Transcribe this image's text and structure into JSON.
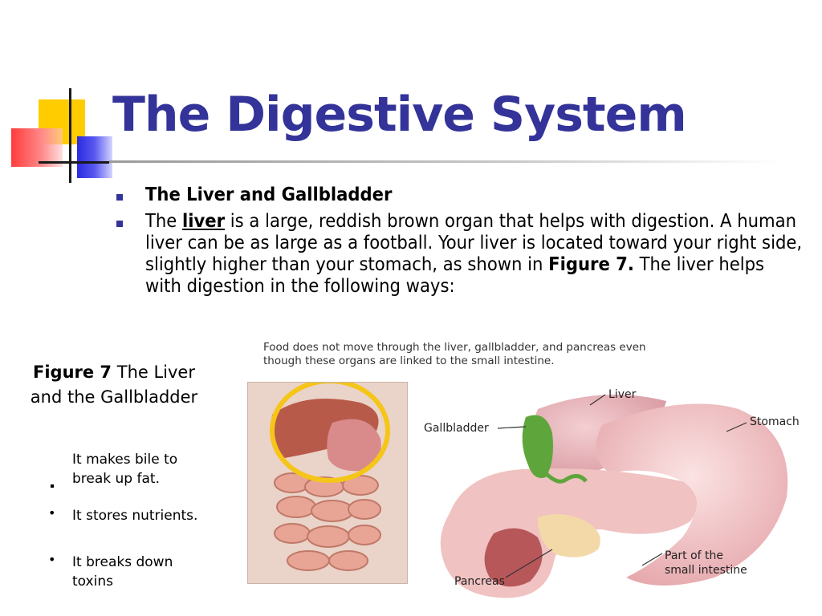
{
  "title": "The Digestive System",
  "bullets": {
    "heading": "The Liver and Gallbladder",
    "para_start": "The ",
    "para_keyword": "liver",
    "para_mid": " is a large, reddish brown organ that helps with digestion. A human liver can be as large as a football. Your liver is located toward your right side, slightly higher than your stomach, as shown in ",
    "para_figure": "Figure 7.",
    "para_end": " The liver helps with digestion in the following ways:"
  },
  "caption": {
    "label": "Figure 7",
    "text": " The Liver and the Gallbladder"
  },
  "functions": [
    "It makes bile to break up fat.",
    "It stores nutrients.",
    "It breaks down toxins"
  ],
  "figure": {
    "note": "Food does not move through the liver, gallbladder, and pancreas even though these organs are linked to the small intestine.",
    "labels": {
      "liver": "Liver",
      "gallbladder": "Gallbladder",
      "stomach": "Stomach",
      "pancreas": "Pancreas",
      "small_intestine_1": "Part of the",
      "small_intestine_2": "small intestine"
    }
  },
  "colors": {
    "title": "#333399",
    "accent_yellow": "#ffcc00",
    "accent_red": "#ff3b3b",
    "accent_blue": "#2a2ae0"
  }
}
